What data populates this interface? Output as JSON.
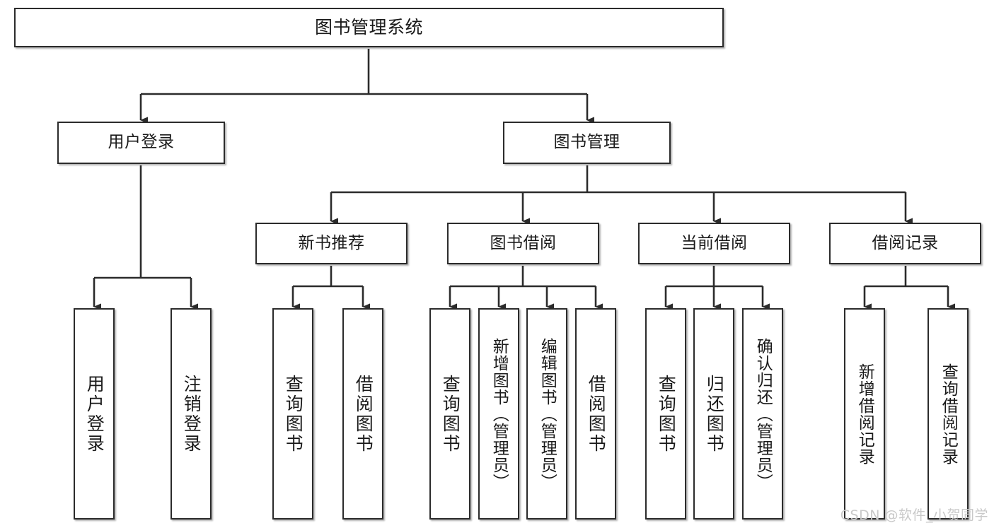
{
  "diagram": {
    "title": "图书管理系统",
    "type": "功能结构图",
    "orientation": "top-down-tree",
    "colors": {
      "box_border": "#2b2b2b",
      "box_fill": "#ffffff",
      "edge": "#2b2b2b",
      "text": "#1a1a1a",
      "watermark": "#c9c9c9",
      "background": "#ffffff"
    }
  },
  "nodes": {
    "root": {
      "label": "图书管理系统",
      "level": 1
    },
    "level2": [
      {
        "id": "user-login",
        "label": "用户登录"
      },
      {
        "id": "book-management",
        "label": "图书管理"
      }
    ],
    "level3": [
      {
        "id": "new-book-recommend",
        "label": "新书推荐"
      },
      {
        "id": "book-borrow",
        "label": "图书借阅"
      },
      {
        "id": "current-borrow",
        "label": "当前借阅"
      },
      {
        "id": "borrow-record",
        "label": "借阅记录"
      }
    ],
    "leaves": {
      "user-login": [
        {
          "id": "leaf-user-login",
          "label": "用户登录"
        },
        {
          "id": "leaf-logout-login",
          "label": "注销登录"
        }
      ],
      "new-book-recommend": [
        {
          "id": "leaf-query-book-1",
          "label": "查询图书"
        },
        {
          "id": "leaf-borrow-book-1",
          "label": "借阅图书"
        }
      ],
      "book-borrow": [
        {
          "id": "leaf-query-book-2",
          "label": "查询图书"
        },
        {
          "id": "leaf-add-book",
          "label": "新增图书（管理员）"
        },
        {
          "id": "leaf-edit-book",
          "label": "编辑图书（管理员）"
        },
        {
          "id": "leaf-borrow-book-2",
          "label": "借阅图书"
        }
      ],
      "current-borrow": [
        {
          "id": "leaf-query-book-3",
          "label": "查询图书"
        },
        {
          "id": "leaf-return-book",
          "label": "归还图书"
        },
        {
          "id": "leaf-confirm-return",
          "label": "确认归还（管理员）"
        }
      ],
      "borrow-record": [
        {
          "id": "leaf-add-record",
          "label": "新增借阅记录"
        },
        {
          "id": "leaf-query-record",
          "label": "查询借阅记录"
        }
      ]
    }
  },
  "watermark": {
    "text": "CSDN @软件_小贺同学"
  }
}
